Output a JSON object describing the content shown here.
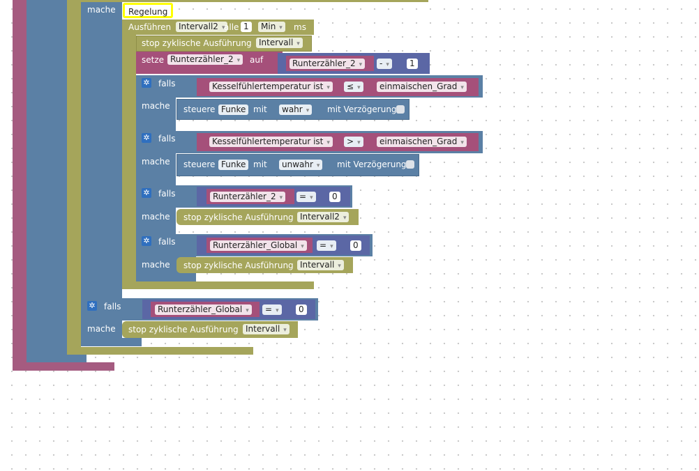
{
  "top": {
    "mache_label": "mache",
    "event_label": "Regelung"
  },
  "interval": {
    "ausfuehren_label": "Ausführen",
    "var": "Intervall2",
    "alle_label": "alle",
    "value": "1",
    "unit": "Min",
    "ms_label": "ms"
  },
  "stop1": {
    "label": "stop zyklische Ausführung",
    "var": "Intervall"
  },
  "setze": {
    "label": "setze",
    "var": "Runterzähler_2",
    "auf_label": "auf",
    "expr_var": "Runterzähler_2",
    "op": "-",
    "num": "1"
  },
  "if1": {
    "falls": "falls",
    "left": "Kesselfühlertemperatur ist",
    "op": "≤",
    "right": "einmaischen_Grad",
    "mache": "mache",
    "steuere": "steuere",
    "device": "Funke",
    "mit": "mit",
    "value": "wahr",
    "delay": "mit Verzögerung"
  },
  "if2": {
    "falls": "falls",
    "left": "Kesselfühlertemperatur ist",
    "op": ">",
    "right": "einmaischen_Grad",
    "mache": "mache",
    "steuere": "steuere",
    "device": "Funke",
    "mit": "mit",
    "value": "unwahr",
    "delay": "mit Verzögerung"
  },
  "if3": {
    "falls": "falls",
    "left": "Runterzähler_2",
    "op": "=",
    "num": "0",
    "mache": "mache",
    "stop": "stop zyklische Ausführung",
    "var": "Intervall2"
  },
  "if4": {
    "falls": "falls",
    "left": "Runterzähler_Global",
    "op": "=",
    "num": "0",
    "mache": "mache",
    "stop": "stop zyklische Ausführung",
    "var": "Intervall"
  },
  "if5": {
    "falls": "falls",
    "left": "Runterzähler_Global",
    "op": "=",
    "num": "0",
    "mache": "mache",
    "stop": "stop zyklische Ausführung",
    "var": "Intervall"
  },
  "colors": {
    "maroon": "#a55b80",
    "blue": "#5b80a5",
    "olive": "#a5a55b",
    "highlight": "#ffff00"
  }
}
